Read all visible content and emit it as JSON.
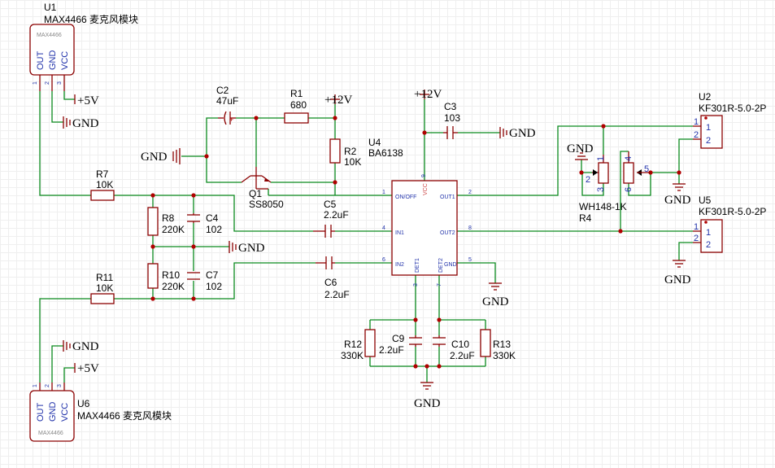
{
  "modules": {
    "u1": {
      "ref": "U1",
      "name": "MAX4466 麦克风模块",
      "chip": "MAX4466",
      "pins": [
        "OUT",
        "GND",
        "VCC"
      ],
      "nums": [
        "1",
        "2",
        "3"
      ],
      "supply": "+5V",
      "gnd": "GND"
    },
    "u6": {
      "ref": "U6",
      "name": "MAX4466 麦克风模块",
      "chip": "MAX4466",
      "pins": [
        "OUT",
        "GND",
        "VCC"
      ],
      "nums": [
        "1",
        "2",
        "3"
      ],
      "supply": "+5V",
      "gnd": "GND"
    }
  },
  "ic": {
    "ref": "U4",
    "part": "BA6138",
    "pins": {
      "on_off": "ON/OFF",
      "in1": "IN1",
      "in2": "IN2",
      "vcc": "VCC",
      "out1": "OUT1",
      "out2": "OUT2",
      "gnd": "GND",
      "det1": "DET1",
      "det2": "DET2"
    },
    "nums": {
      "on_off": "1",
      "in1": "4",
      "in2": "6",
      "vcc": "9",
      "out1": "2",
      "out2": "8",
      "gnd": "5",
      "det1": "3",
      "det2": "7"
    }
  },
  "transistor": {
    "ref": "Q1",
    "part": "SS8050"
  },
  "resistors": [
    {
      "ref": "R1",
      "value": "680"
    },
    {
      "ref": "R2",
      "value": "10K"
    },
    {
      "ref": "R7",
      "value": "10K"
    },
    {
      "ref": "R8",
      "value": "220K"
    },
    {
      "ref": "R10",
      "value": "220K"
    },
    {
      "ref": "R11",
      "value": "10K"
    },
    {
      "ref": "R12",
      "value": "330K"
    },
    {
      "ref": "R13",
      "value": "330K"
    }
  ],
  "capacitors": [
    {
      "ref": "C2",
      "value": "47uF"
    },
    {
      "ref": "C3",
      "value": "103"
    },
    {
      "ref": "C4",
      "value": "102"
    },
    {
      "ref": "C5",
      "value": "2.2uF"
    },
    {
      "ref": "C6",
      "value": "2.2uF"
    },
    {
      "ref": "C7",
      "value": "102"
    },
    {
      "ref": "C9",
      "value": "2.2uF"
    },
    {
      "ref": "C10",
      "value": "2.2uF"
    }
  ],
  "pot": {
    "ref": "R4",
    "part": "WH148-1K",
    "pins": [
      "1",
      "2",
      "3",
      "4",
      "5",
      "6"
    ]
  },
  "connectors": [
    {
      "ref": "U2",
      "part": "KF301R-5.0-2P",
      "pins": [
        "1",
        "2"
      ]
    },
    {
      "ref": "U5",
      "part": "KF301R-5.0-2P",
      "pins": [
        "1",
        "2"
      ]
    }
  ],
  "nets": {
    "v12": "+12V",
    "v5": "+5V",
    "gnd": "GND"
  }
}
